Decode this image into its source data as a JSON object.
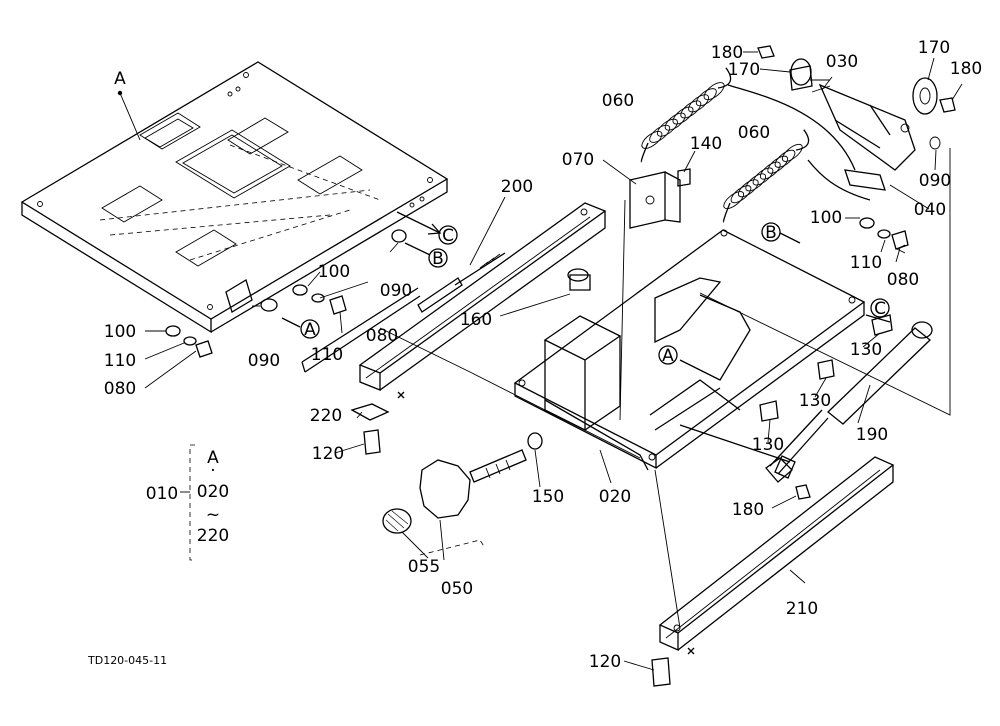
{
  "doc_code": "TD120-045-11",
  "callouts": {
    "p010": "010",
    "p020a": "020",
    "p020b": "020",
    "p030": "030",
    "p040": "040",
    "p050": "050",
    "p055": "055",
    "p060a": "060",
    "p060b": "060",
    "p070": "070",
    "p080a": "080",
    "p080b": "080",
    "p080c": "080",
    "p090a": "090",
    "p090b": "090",
    "p090c": "090",
    "p100a": "100",
    "p100b": "100",
    "p100c": "100",
    "p110a": "110",
    "p110b": "110",
    "p110c": "110",
    "p120a": "120",
    "p120b": "120",
    "p130a": "130",
    "p130b": "130",
    "p130c": "130",
    "p140": "140",
    "p150": "150",
    "p160": "160",
    "p170a": "170",
    "p170b": "170",
    "p180a": "180",
    "p180b": "180",
    "p180c": "180",
    "p190": "190",
    "p200": "200",
    "p210": "210",
    "p220a": "220",
    "p220b": "220"
  },
  "group": {
    "from": "A",
    "dot": "·",
    "tilde": "~"
  },
  "refs": {
    "A": "A",
    "B": "B",
    "C": "C"
  }
}
